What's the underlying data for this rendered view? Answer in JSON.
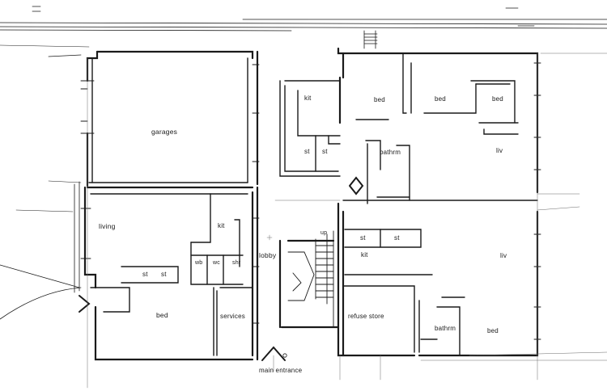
{
  "plan": {
    "colors": {
      "ink": "#1a1a1a",
      "paper": "#ffffff",
      "faint": "#6a6a6a"
    },
    "rooms": {
      "garages": "garages",
      "kit_top": "kit",
      "bed_top_left": "bed",
      "bed_top_mid": "bed",
      "bed_top_right": "bed",
      "st_top_1": "st",
      "st_top_2": "st",
      "bathrm_top": "bathrm",
      "liv_top": "liv",
      "living": "living",
      "kit_left": "kit",
      "wb": "wb",
      "wc": "wc",
      "shr": "shr",
      "st_left_1": "st",
      "st_left_2": "st",
      "lobby": "lobby",
      "up": "up",
      "st_right_1": "st",
      "st_right_2": "st",
      "kit_right": "kit",
      "liv_right": "liv",
      "bed_left": "bed",
      "services": "services",
      "refuse_store": "refuse store",
      "bathrm_right": "bathrm",
      "bed_right": "bed",
      "main_entrance": "main entrance"
    }
  }
}
